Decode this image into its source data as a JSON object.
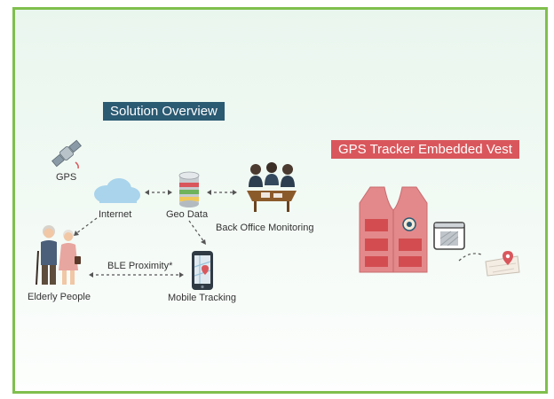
{
  "titles": {
    "solution_overview": "Solution Overview",
    "vest": "GPS Tracker Embedded Vest"
  },
  "nodes": {
    "gps": "GPS",
    "internet": "Internet",
    "geo_data": "Geo Data",
    "back_office": "Back Office Monitoring",
    "elderly": "Elderly People",
    "mobile": "Mobile Tracking",
    "ble": "BLE Proximity*"
  },
  "colors": {
    "border": "#7fbf4d",
    "banner_blue": "#2b5a73",
    "banner_red": "#d9575c",
    "vest": "#e3898b",
    "vest_pocket": "#d34d50"
  },
  "icons": [
    "satellite-icon",
    "cloud-icon",
    "database-icon",
    "meeting-icon",
    "elderly-couple-icon",
    "smartphone-icon",
    "vest-icon",
    "tracker-device-icon",
    "map-pin-icon"
  ]
}
